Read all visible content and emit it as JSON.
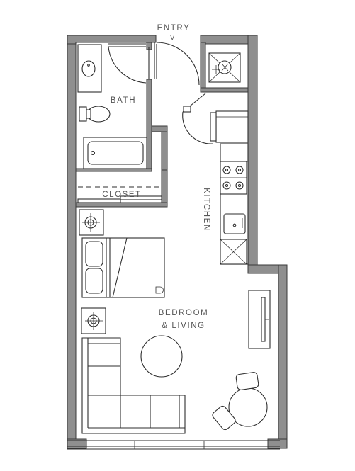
{
  "labels": {
    "entry": "ENTRY",
    "entry_arrow": "V",
    "bath": "BATH",
    "closet": "CLOSET",
    "kitchen": "KITCHEN",
    "bedroom_line1": "BEDROOM",
    "bedroom_line2": "& LIVING"
  },
  "colors": {
    "wall_fill": "#8f8f8f",
    "line": "#2e2e2e",
    "text": "#555555",
    "background": "#ffffff"
  },
  "icons": {
    "hvac": "fan-coil-icon",
    "range": "four-burner-range-icon",
    "sink": "kitchen-sink-icon"
  }
}
